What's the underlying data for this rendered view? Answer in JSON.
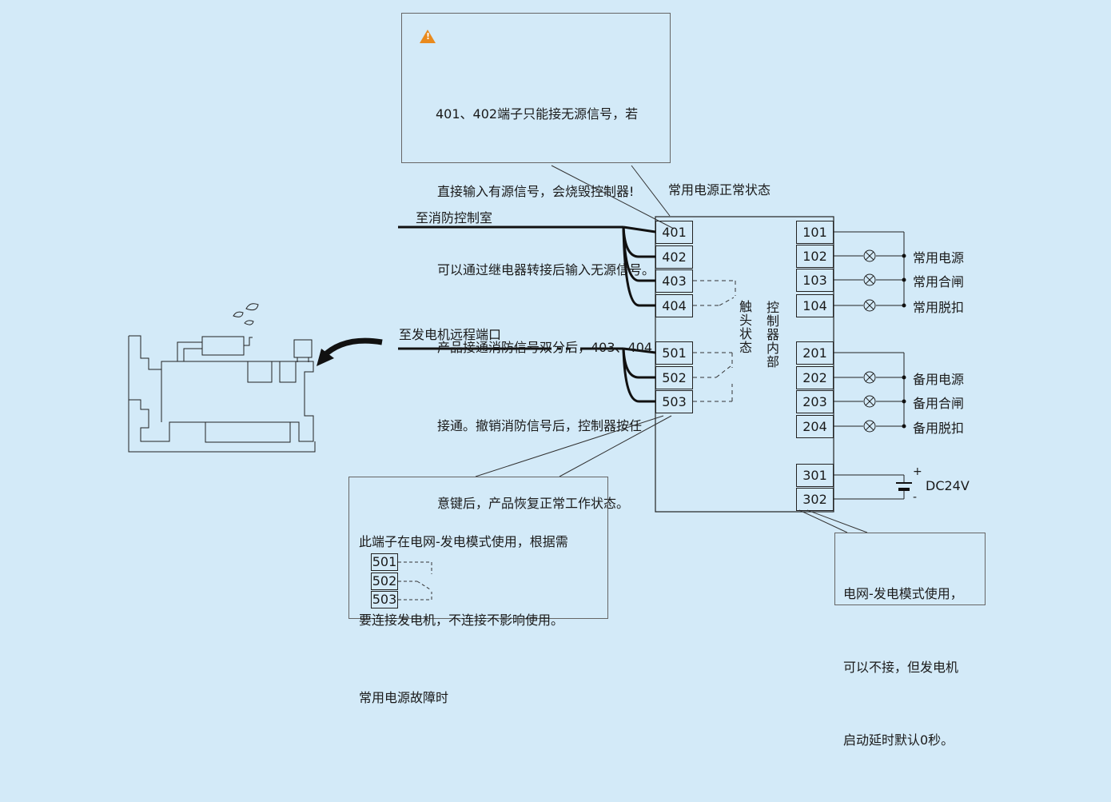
{
  "top_note": {
    "lines": [
      "401、402端子只能接无源信号，若",
      "直接输入有源信号，会烧毁控制器!",
      "可以通过继电器转接后输入无源信号。",
      "产品接通消防信号双分后，403、404",
      "接通。撤销消防信号后，控制器按任",
      "意键后，产品恢复正常工作状态。"
    ]
  },
  "labels": {
    "normal_state": "常用电源正常状态",
    "to_fire_room": "至消防控制室",
    "to_generator": "至发电机远程端口",
    "contact_state": "触头状态",
    "controller_inner": "控制器内部",
    "dc24v": "DC24V",
    "plus": "+",
    "minus": "-"
  },
  "left_terminals": [
    "401",
    "402",
    "403",
    "404",
    "501",
    "502",
    "503"
  ],
  "right_terminals": [
    "101",
    "102",
    "103",
    "104",
    "201",
    "202",
    "203",
    "204",
    "301",
    "302"
  ],
  "lamp_labels": [
    "常用电源",
    "常用合闸",
    "常用脱扣",
    "备用电源",
    "备用合闸",
    "备用脱扣"
  ],
  "bottom_note": {
    "lines": [
      "此端子在电网-发电模式使用，根据需",
      "要连接发电机，不连接不影响使用。",
      "常用电源故障时"
    ],
    "mini_terminals": [
      "501",
      "502",
      "503"
    ]
  },
  "right_note": {
    "lines": [
      "电网-发电模式使用，",
      "可以不接，但发电机",
      "启动延时默认0秒。"
    ]
  },
  "colors": {
    "background": "#d3eaf8",
    "warning": "#e98a1d"
  }
}
